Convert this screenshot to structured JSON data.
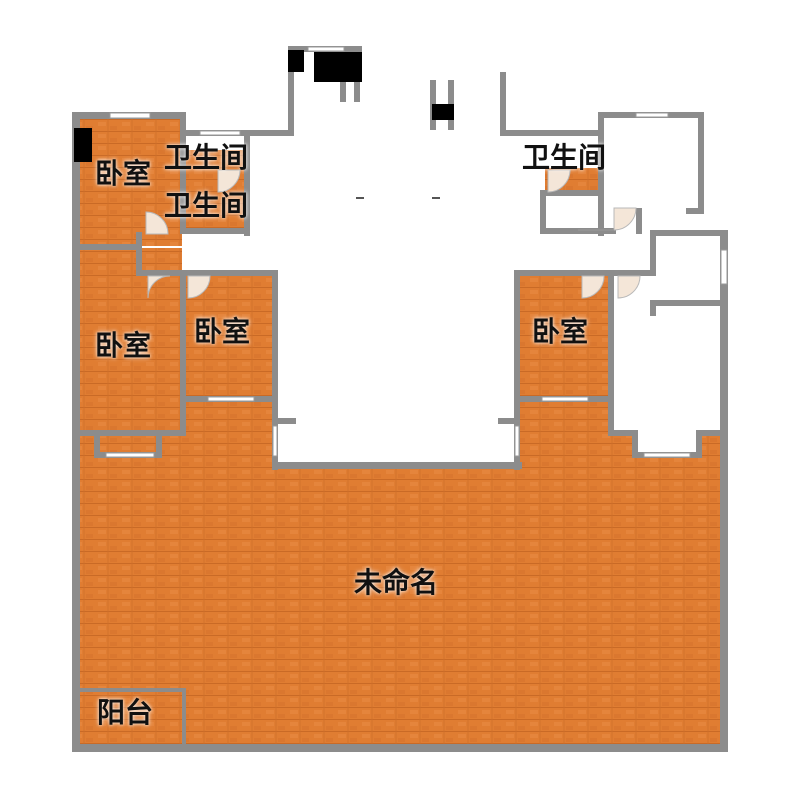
{
  "floorplan": {
    "colors": {
      "wall": "#8c8c8c",
      "floor": "#e07d32",
      "window": "#ffffff",
      "fixture": "#000000"
    },
    "rooms": [
      {
        "id": "bedroom_nw",
        "label": "卧室"
      },
      {
        "id": "bath_1",
        "label": "卫生间"
      },
      {
        "id": "bath_2",
        "label": "卫生间"
      },
      {
        "id": "bath_3",
        "label": "卫生间"
      },
      {
        "id": "bedroom_w",
        "label": "卧室"
      },
      {
        "id": "bedroom_mid_l",
        "label": "卧室"
      },
      {
        "id": "bedroom_mid_r",
        "label": "卧室"
      },
      {
        "id": "main_space",
        "label": "未命名"
      },
      {
        "id": "balcony",
        "label": "阳台"
      }
    ]
  }
}
